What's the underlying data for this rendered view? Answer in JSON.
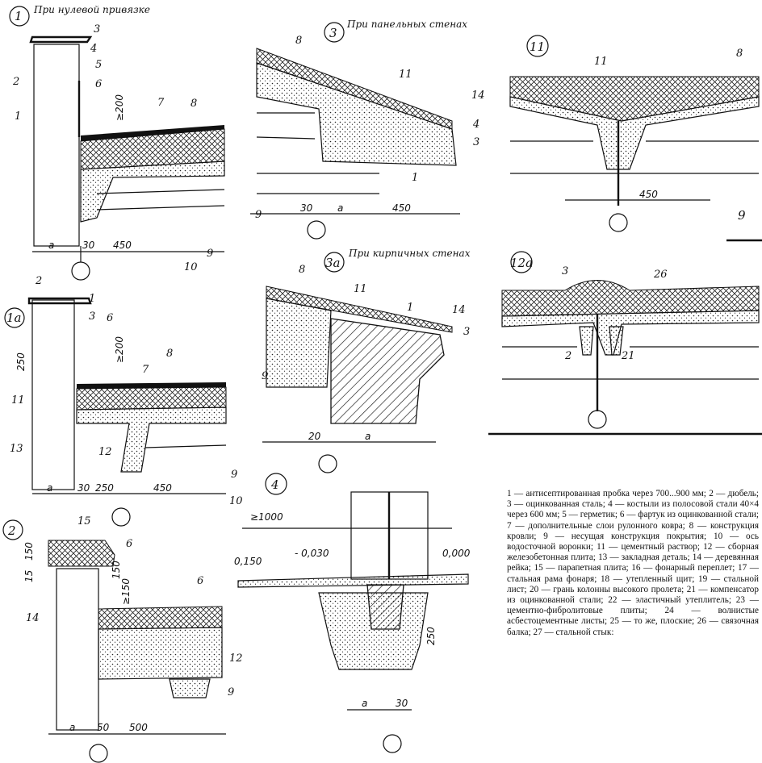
{
  "details": {
    "d1": {
      "number": "1",
      "title": "При нулевой привязке"
    },
    "d1a": {
      "number": "1а"
    },
    "d2": {
      "number": "2"
    },
    "d3": {
      "number": "3",
      "title": "При панельных стенах"
    },
    "d3a": {
      "number": "3а",
      "title": "При кирпичных стенах"
    },
    "d4": {
      "number": "4"
    },
    "d11": {
      "number": "11"
    },
    "d12a": {
      "number": "12а"
    }
  },
  "labels": {
    "d1": [
      "1",
      "2",
      "3",
      "4",
      "5",
      "6",
      "7",
      "8",
      "9",
      "10"
    ],
    "d1a": [
      "1",
      "2",
      "3",
      "6",
      "7",
      "8",
      "9",
      "10",
      "11",
      "12",
      "13"
    ],
    "d2": [
      "6",
      "6",
      "9",
      "12",
      "14",
      "15"
    ],
    "d3": [
      "1",
      "3",
      "4",
      "8",
      "9",
      "11",
      "14"
    ],
    "d3a": [
      "1",
      "3",
      "8",
      "9",
      "11",
      "14"
    ],
    "d11": [
      "8",
      "9",
      "11"
    ],
    "d12a": [
      "2",
      "3",
      "21",
      "26"
    ]
  },
  "dimensions": {
    "d1": [
      "≥200",
      "a",
      "30",
      "450"
    ],
    "d1a": [
      "≥200",
      "250",
      "a",
      "30",
      "250",
      "450"
    ],
    "d2": [
      "150",
      "15",
      "≥150",
      "150",
      "a",
      "50",
      "500"
    ],
    "d3": [
      "30",
      "a",
      "450"
    ],
    "d3a": [
      "20",
      "a"
    ],
    "d11": [
      "450"
    ],
    "d4": [
      "≥1000",
      "0,150",
      "- 0,030",
      "0,000",
      "250",
      "a",
      "30"
    ]
  },
  "legend": "1 — антисептированная пробка через 700...900 мм; 2 — дюбель; 3 — оцинкованная сталь; 4 — костыли из полосовой стали 40×4 через 600 мм; 5 — герметик; 6 — фартук из оцинкованной стали; 7 — дополнительные слои рулонного ковра; 8 — конструкция кровли; 9 — несущая конструкция покрытия; 10 — ось водосточной воронки; 11 — цементный раствор; 12 — сборная железобетонная плита; 13 — закладная деталь; 14 — деревянная рейка; 15 — парапетная плита; 16 — фонарный переплет; 17 — стальная рама фонаря; 18 — утепленный щит; 19 — стальной лист; 20 — грань колонны высокого пролета; 21 — компенсатор из оцинкованной стали; 22 — эластичный утеплитель; 23 — цементно-фибролитовые плиты; 24 — волнистые асбестоцементные листы; 25 — то же, плоские; 26 — связочная балка; 27 — стальной стык:"
}
